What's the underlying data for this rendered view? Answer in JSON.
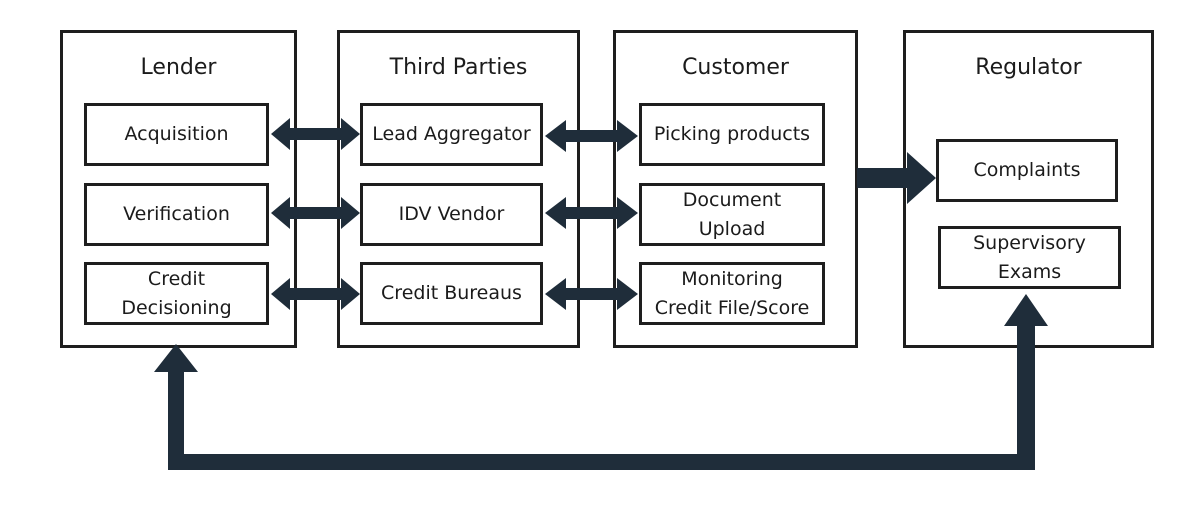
{
  "colors": {
    "stroke": "#1e1e1e",
    "arrow": "#1f2d3a",
    "background": "#ffffff"
  },
  "columns": {
    "lender": {
      "title": "Lender",
      "items": [
        "Acquisition",
        "Verification",
        "Credit\nDecisioning"
      ]
    },
    "third_parties": {
      "title": "Third Parties",
      "items": [
        "Lead Aggregator",
        "IDV Vendor",
        "Credit Bureaus"
      ]
    },
    "customer": {
      "title": "Customer",
      "items": [
        "Picking products",
        "Document\nUpload",
        "Monitoring\nCredit File/Score"
      ]
    },
    "regulator": {
      "title": "Regulator",
      "items": [
        "Complaints",
        "Supervisory\nExams"
      ]
    }
  },
  "connections": [
    {
      "from": "lender.items.0",
      "to": "third_parties.items.0",
      "kind": "bidirectional"
    },
    {
      "from": "lender.items.1",
      "to": "third_parties.items.1",
      "kind": "bidirectional"
    },
    {
      "from": "lender.items.2",
      "to": "third_parties.items.2",
      "kind": "bidirectional"
    },
    {
      "from": "third_parties.items.0",
      "to": "customer.items.0",
      "kind": "bidirectional"
    },
    {
      "from": "third_parties.items.1",
      "to": "customer.items.1",
      "kind": "bidirectional"
    },
    {
      "from": "third_parties.items.2",
      "to": "customer.items.2",
      "kind": "bidirectional"
    },
    {
      "from": "customer",
      "to": "regulator.items.0",
      "kind": "directed"
    },
    {
      "from": "regulator",
      "to": "lender",
      "kind": "directed-feedback-loop"
    }
  ]
}
